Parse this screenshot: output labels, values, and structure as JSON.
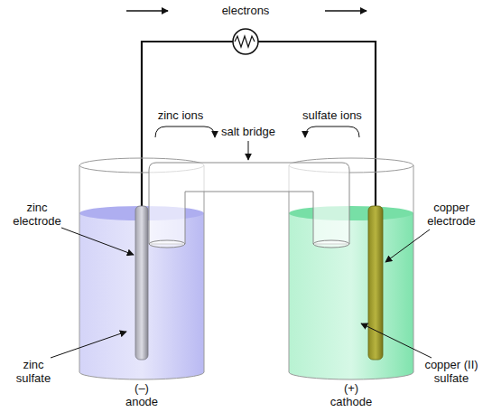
{
  "diagram": {
    "labels": [
      "electrons",
      "salt bridge",
      "zinc ions",
      "sulfate ions",
      "zinc electrode",
      "copper electrode",
      "zinc sulfate",
      "copper (II) sulfate",
      "(–)",
      "anode",
      "(+)",
      "cathode"
    ]
  }
}
